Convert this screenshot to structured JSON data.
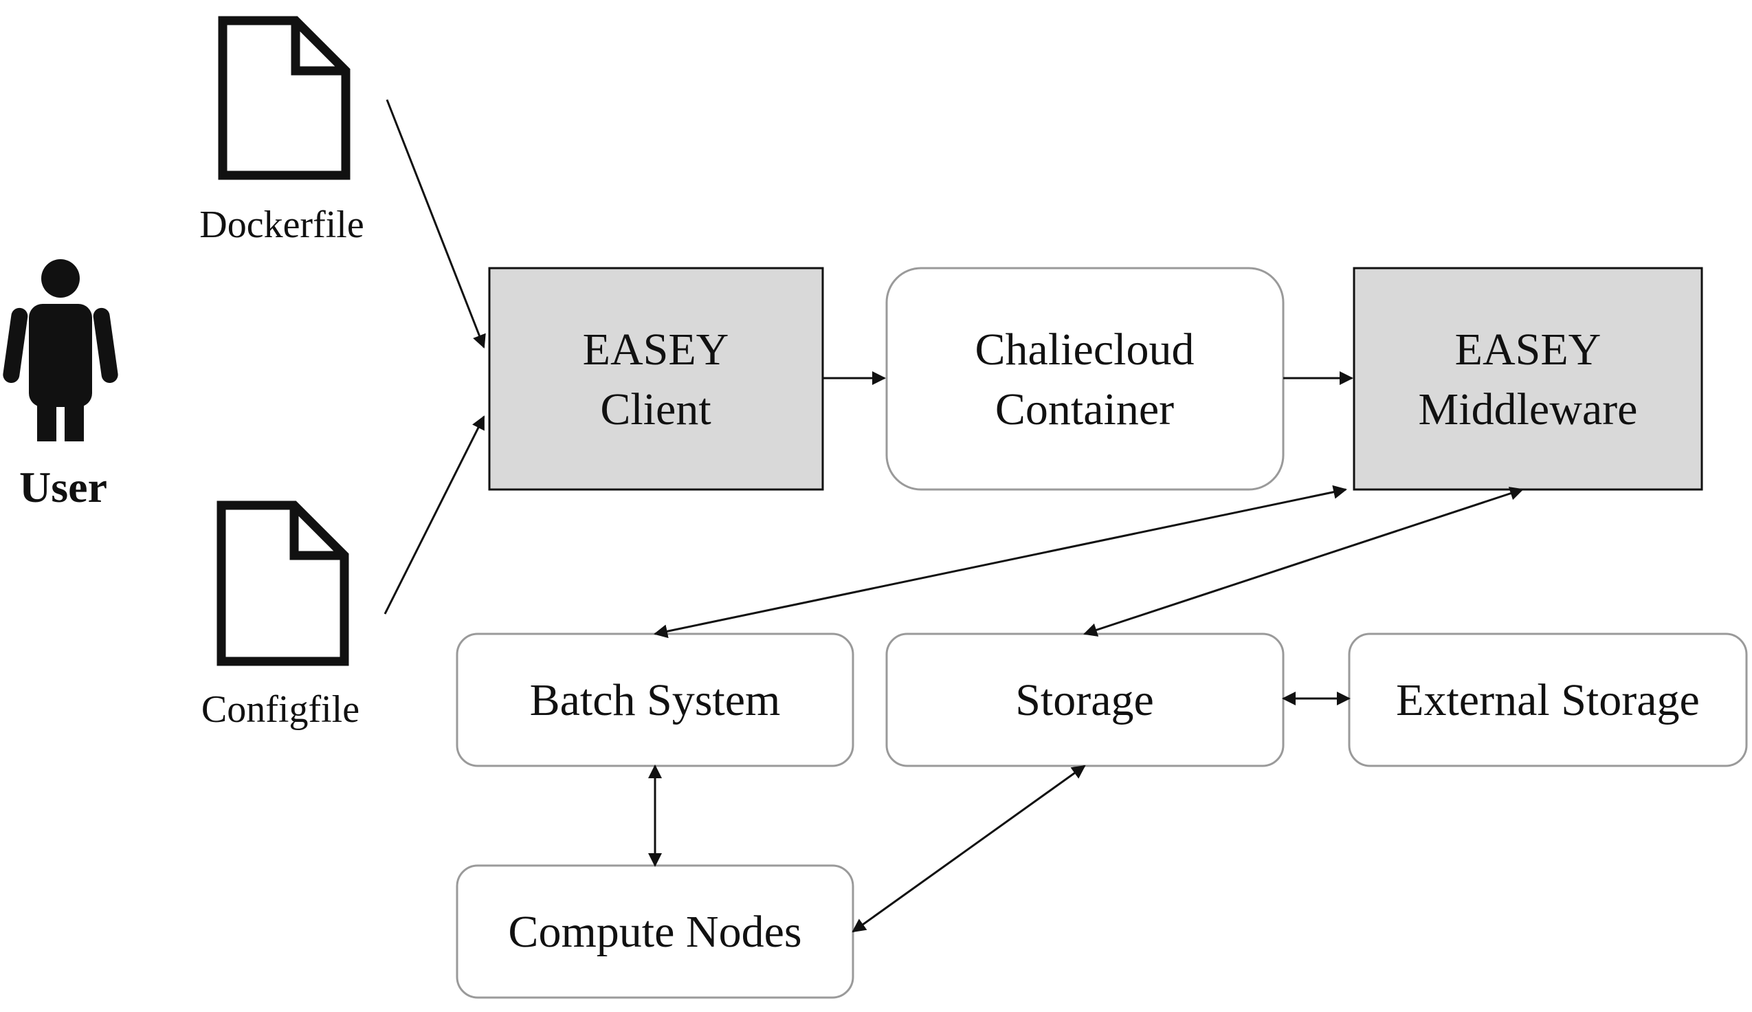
{
  "colors": {
    "ink": "#111111",
    "easey_fill": "#d9d9d9",
    "plain_fill": "#ffffff",
    "rounded_stroke": "#9a9a9a"
  },
  "actor": {
    "label": "User",
    "icon": "person-icon"
  },
  "files": {
    "dockerfile": {
      "label": "Dockerfile",
      "icon": "document-icon"
    },
    "configfile": {
      "label": "Configfile",
      "icon": "document-icon"
    }
  },
  "nodes": {
    "easey_client": {
      "line1": "EASEY",
      "line2": "Client"
    },
    "charliecloud": {
      "line1": "Chaliecloud",
      "line2": "Container"
    },
    "easey_middleware": {
      "line1": "EASEY",
      "line2": "Middleware"
    },
    "batch_system": {
      "label": "Batch System"
    },
    "storage": {
      "label": "Storage"
    },
    "external_storage": {
      "label": "External Storage"
    },
    "compute_nodes": {
      "label": "Compute Nodes"
    }
  }
}
